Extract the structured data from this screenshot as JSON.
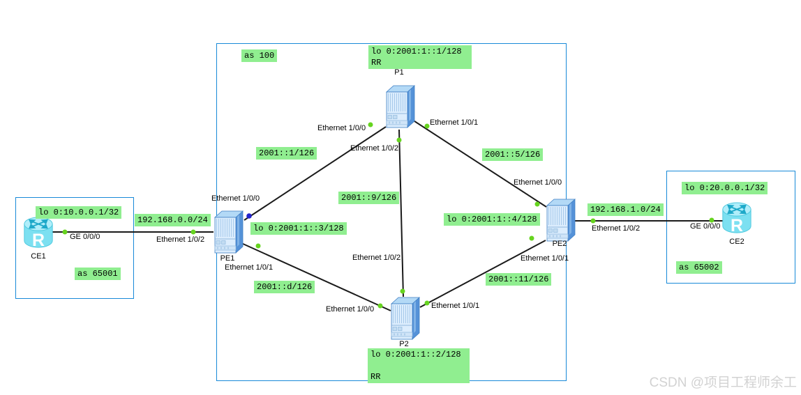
{
  "watermark": "CSDN @项目工程师余工",
  "autonomous_systems": {
    "customer_left": {
      "label": "as 65001"
    },
    "provider_core": {
      "label": "as 100"
    },
    "customer_right": {
      "label": "as 65002"
    }
  },
  "devices": {
    "ce1": {
      "name": "CE1",
      "loopback": "lo 0:10.0.0.1/32"
    },
    "pe1": {
      "name": "PE1",
      "loopback": "lo 0:2001:1::3/128"
    },
    "p1": {
      "name": "P1",
      "loopback": "lo 0:2001:1::1/128\nRR"
    },
    "p2": {
      "name": "P2",
      "loopback": "lo 0:2001:1::2/128\n\nRR"
    },
    "pe2": {
      "name": "PE2",
      "loopback": "lo 0:2001:1::4/128"
    },
    "ce2": {
      "name": "CE2",
      "loopback": "lo 0:20.0.0.1/32"
    }
  },
  "links": {
    "ce1_pe1": {
      "network": "192.168.0.0/24",
      "ce1_if": "GE 0/0/0",
      "pe1_if": "Ethernet 1/0/2"
    },
    "pe1_p1": {
      "network": "2001::1/126",
      "pe1_if": "Ethernet 1/0/0",
      "p1_if": "Ethernet 1/0/0"
    },
    "pe1_p2": {
      "network": "2001::d/126",
      "pe1_if": "Ethernet 1/0/1",
      "p2_if": "Ethernet 1/0/0"
    },
    "p1_p2": {
      "network": "2001::9/126",
      "p1_if": "Ethernet 1/0/2",
      "p2_if": "Ethernet 1/0/2"
    },
    "p1_pe2": {
      "network": "2001::5/126",
      "p1_if": "Ethernet 1/0/1",
      "pe2_if": "Ethernet 1/0/0"
    },
    "p2_pe2": {
      "network": "2001::11/126",
      "p2_if": "Ethernet 1/0/1",
      "pe2_if": "Ethernet 1/0/1"
    },
    "pe2_ce2": {
      "network": "192.168.1.0/24",
      "pe2_if": "Ethernet 1/0/2",
      "ce2_if": "GE 0/0/0"
    }
  },
  "colors": {
    "annotation_bg": "#90ee90",
    "group_border": "#1789d8",
    "link_line": "#1a1a1a",
    "port_up_dot": "#66d41f",
    "port_selected_dot": "#2222cc"
  }
}
